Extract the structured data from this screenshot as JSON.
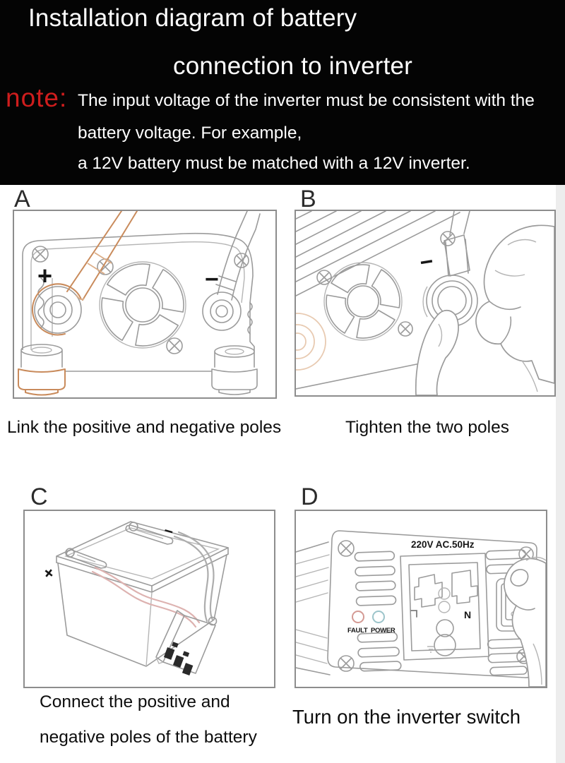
{
  "header": {
    "title_line1": "Installation diagram of battery",
    "title_line2": "connection to inverter",
    "note_label": "note:",
    "note_line1": "The input voltage of the inverter must be consistent with the",
    "note_line2": "battery voltage. For example,",
    "note_line3": "a 12V battery must be matched with a 12V inverter."
  },
  "figures": {
    "a": {
      "label": "A",
      "caption": "Link the positive and negative poles",
      "plus_mark": "+",
      "minus_mark": "−"
    },
    "b": {
      "label": "B",
      "caption": "Tighten the two poles",
      "minus_mark": "−"
    },
    "c": {
      "label": "C",
      "caption_line1": "Connect the positive and",
      "caption_line2": "negative poles of the battery",
      "plus_mark": "+",
      "minus_mark": "−"
    },
    "d": {
      "label": "D",
      "caption": "Turn on the inverter switch",
      "rating_label": "220V AC.50Hz",
      "fault_led_label": "FAULT",
      "power_led_label": "POWER",
      "neutral_label": "N"
    }
  },
  "colors": {
    "banner_background": "#040404",
    "banner_text": "#ffffff",
    "note_red": "#cf1d1d",
    "line_art_gray": "#9b9b9b",
    "highlight_orange": "#c98b5c",
    "cable_pink": "#ddb2b0",
    "fault_led": "#d49a94",
    "power_led": "#9cc4ca",
    "panel_border": "#8d8d8d",
    "caption_text": "#0d0d0d"
  }
}
